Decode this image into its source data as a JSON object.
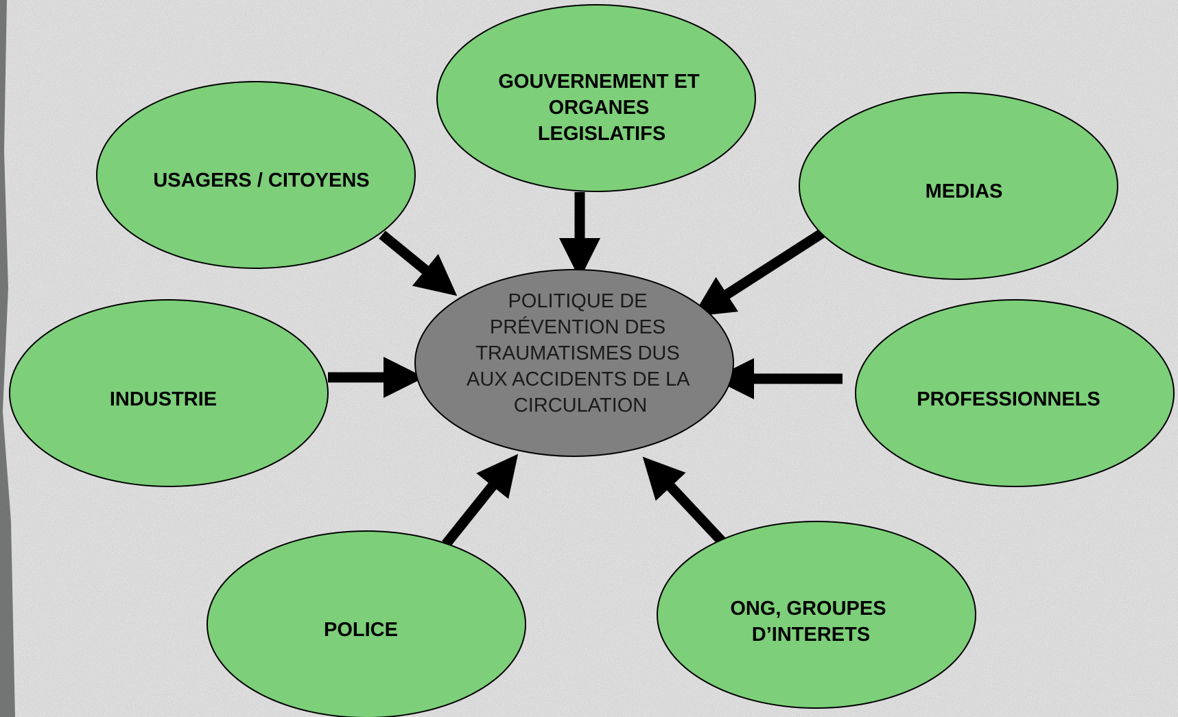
{
  "diagram": {
    "center": {
      "lines": [
        "POLITIQUE DE",
        "PRÉVENTION DES",
        "TRAUMATISMES DUS",
        "AUX ACCIDENTS DE LA",
        "CIRCULATION"
      ],
      "color": "#808080"
    },
    "nodes": [
      {
        "id": "usagers",
        "lines": [
          "USAGERS / CITOYENS"
        ]
      },
      {
        "id": "gouvernement",
        "lines": [
          "GOUVERNEMENT ET",
          "ORGANES",
          "LEGISLATIFS"
        ]
      },
      {
        "id": "medias",
        "lines": [
          "MEDIAS"
        ]
      },
      {
        "id": "industrie",
        "lines": [
          "INDUSTRIE"
        ]
      },
      {
        "id": "professionnels",
        "lines": [
          "PROFESSIONNELS"
        ]
      },
      {
        "id": "police",
        "lines": [
          "POLICE"
        ]
      },
      {
        "id": "ong",
        "lines": [
          "ONG, GROUPES",
          "D’INTERETS"
        ]
      }
    ],
    "node_color": "#7dcf7a",
    "arrow_color": "#000000"
  }
}
